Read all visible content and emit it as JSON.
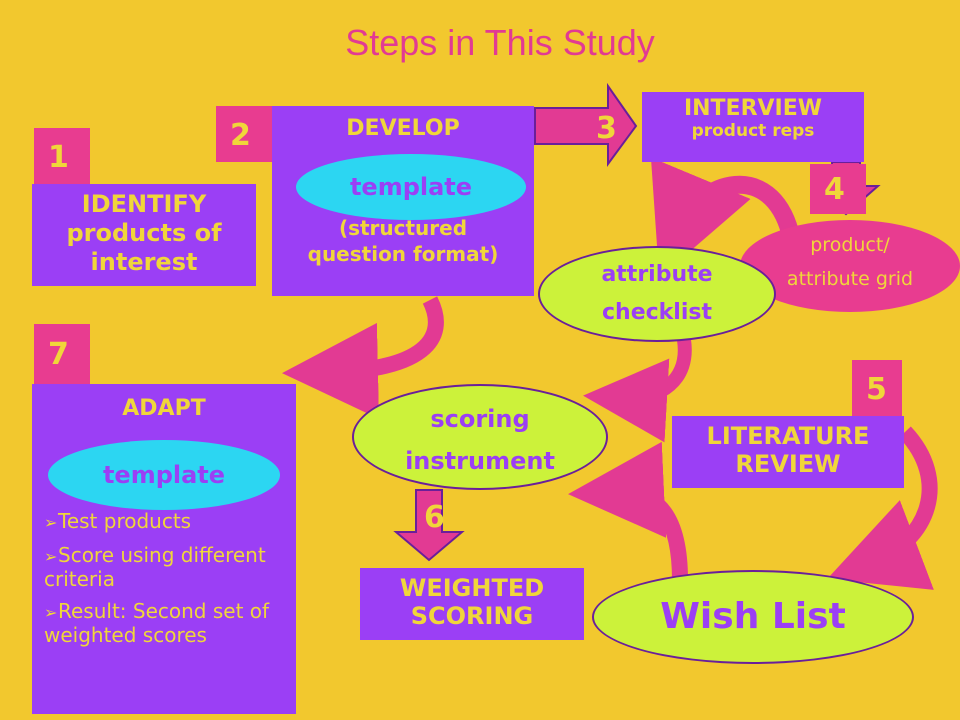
{
  "title": "Steps in This Study",
  "steps": {
    "s1": {
      "number": "1",
      "lines": [
        "IDENTIFY",
        "products of",
        "interest"
      ]
    },
    "s2": {
      "number": "2",
      "heading": "DEVELOP",
      "pill": "template",
      "lines": [
        "(structured",
        "question format)"
      ]
    },
    "s3": {
      "number": "3",
      "heading": "INTERVIEW",
      "sub": "product reps"
    },
    "s4": {
      "number": "4",
      "lines": [
        "product/",
        "attribute grid"
      ]
    },
    "s5": {
      "number": "5",
      "lines": [
        "LITERATURE",
        "REVIEW"
      ]
    },
    "s6": {
      "number": "6",
      "lines": [
        "WEIGHTED",
        "SCORING"
      ]
    },
    "s7": {
      "number": "7",
      "heading": "ADAPT",
      "pill": "template",
      "bullets": [
        "Test products",
        "Score using different criteria",
        "Result: Second set of weighted scores"
      ]
    }
  },
  "nodes": {
    "attribute_checklist": [
      "attribute",
      "checklist"
    ],
    "scoring_instrument": [
      "scoring",
      "instrument"
    ],
    "wish_list": "Wish List"
  },
  "colors": {
    "background": "#F2C82E",
    "box": "#9B3FF5",
    "accent": "#E83C90",
    "ellipse": "#CCF23A",
    "text": "#F0D63A"
  }
}
